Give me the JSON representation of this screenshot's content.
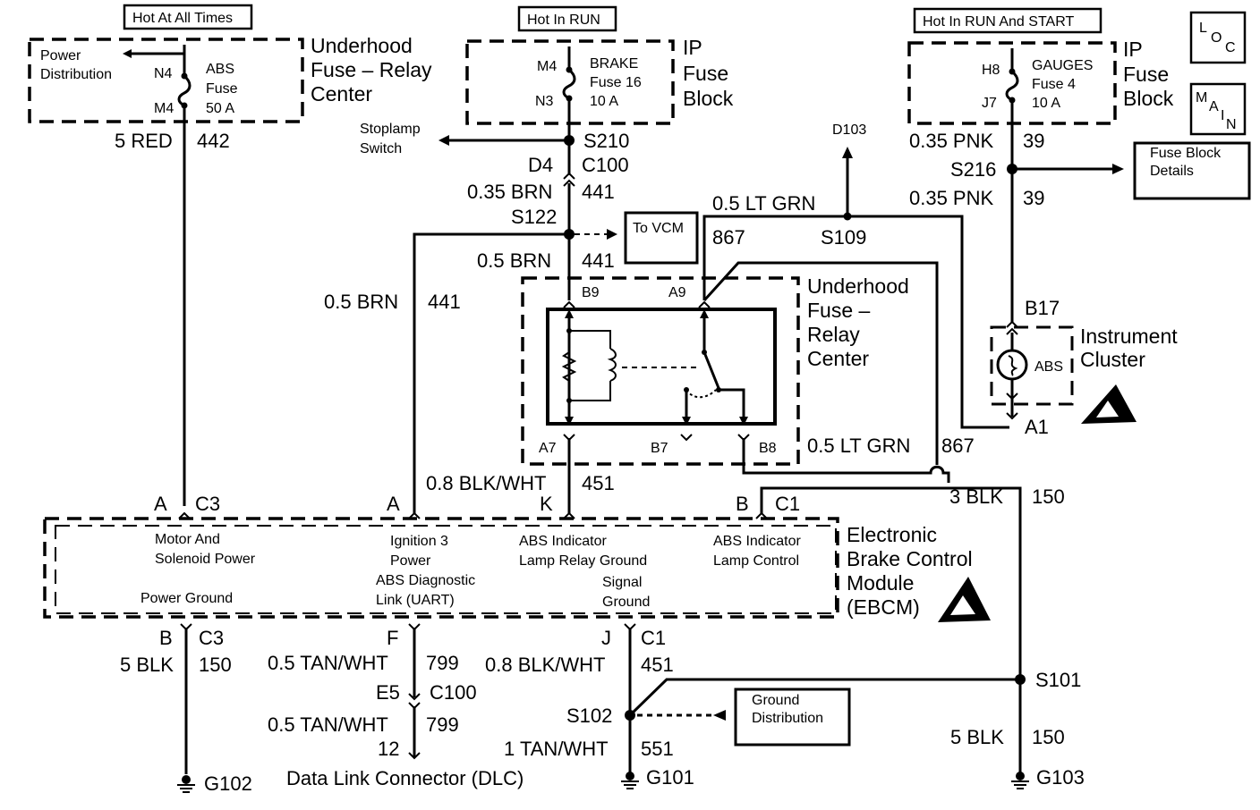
{
  "hot_labels": {
    "all_times": "Hot At All Times",
    "run": "Hot In RUN",
    "run_start": "Hot In RUN And START"
  },
  "loc_box": "LOC",
  "main_box": "MAIN",
  "underhood_fuse": {
    "title": [
      "Underhood",
      "Fuse – Relay",
      "Center"
    ],
    "power_dist": [
      "Power",
      "Distribution"
    ],
    "pin_top": "N4",
    "pin_bot": "M4",
    "fuse": [
      "ABS",
      "Fuse",
      "50 A"
    ]
  },
  "ip_fuse_brake": {
    "title": [
      "IP",
      "Fuse",
      "Block"
    ],
    "pin_top": "M4",
    "pin_bot": "N3",
    "fuse": [
      "BRAKE",
      "Fuse 16",
      "10 A"
    ]
  },
  "ip_fuse_gauges": {
    "title": [
      "IP",
      "Fuse",
      "Block"
    ],
    "pin_top": "H8",
    "pin_bot": "J7",
    "fuse": [
      "GAUGES",
      "Fuse 4",
      "10 A"
    ]
  },
  "wires": {
    "red": "5 RED",
    "red_circ": "442",
    "s210": "S210",
    "stoplamp": [
      "Stoplamp",
      "Switch"
    ],
    "d4": "D4",
    "c100": "C100",
    "brn035": "0.35 BRN",
    "brn035_circ": "441",
    "s122": "S122",
    "to_vcm": "To VCM",
    "brn05": "0.5 BRN",
    "brn05_circ": "441",
    "brn05_left": "0.5 BRN",
    "brn05_left_circ": "441",
    "d103": "D103",
    "ltgrn_top": "0.5 LT GRN",
    "ltgrn_top_circ": "867",
    "s109": "S109",
    "pnk_top": "0.35 PNK",
    "pnk_top_circ": "39",
    "s216": "S216",
    "pnk_bot": "0.35 PNK",
    "pnk_bot_circ": "39",
    "fuse_details": [
      "Fuse Block",
      "Details"
    ],
    "ltgrn_bot": "0.5 LT GRN",
    "ltgrn_bot_circ": "867",
    "blk3": "3 BLK",
    "blk3_circ": "150",
    "blkwht08": "0.8 BLK/WHT",
    "blkwht08_circ": "451"
  },
  "relay": {
    "title": [
      "Underhood",
      "Fuse –",
      "Relay",
      "Center"
    ],
    "pins": [
      "B9",
      "A9",
      "A7",
      "B7",
      "B8"
    ]
  },
  "cluster": {
    "title": [
      "Instrument",
      "Cluster"
    ],
    "pin_top": "B17",
    "pin_bot": "A1",
    "lamp": "ABS"
  },
  "ebcm": {
    "title": [
      "Electronic",
      "Brake Control",
      "Module",
      "(EBCM)"
    ],
    "connectors_top": [
      {
        "pin": "A",
        "conn": "C3"
      },
      {
        "pin": "A",
        "conn": ""
      },
      {
        "pin": "K",
        "conn": ""
      },
      {
        "pin": "B",
        "conn": "C1"
      }
    ],
    "functions": {
      "motor": [
        "Motor And",
        "Solenoid Power"
      ],
      "ign": [
        "Ignition 3",
        "Power"
      ],
      "abs_relay": [
        "ABS Indicator",
        "Lamp Relay Ground"
      ],
      "abs_ctrl": [
        "ABS Indicator",
        "Lamp Control"
      ],
      "pwr_gnd": "Power Ground",
      "uart": [
        "ABS Diagnostic",
        "Link (UART)"
      ],
      "sig_gnd": [
        "Signal",
        "Ground"
      ]
    },
    "connectors_bot": [
      {
        "pin": "B",
        "conn": "C3"
      },
      {
        "pin": "F",
        "conn": ""
      },
      {
        "pin": "J",
        "conn": "C1"
      }
    ]
  },
  "bottom": {
    "blk5_left": "5 BLK",
    "blk5_left_circ": "150",
    "tan05_a": "0.5 TAN/WHT",
    "tan05_a_circ": "799",
    "e5": "E5",
    "c100": "C100",
    "tan05_b": "0.5 TAN/WHT",
    "tan05_b_circ": "799",
    "dlc_pin": "12",
    "dlc": "Data Link Connector (DLC)",
    "blkwht08b": "0.8 BLK/WHT",
    "blkwht08b_circ": "451",
    "s102": "S102",
    "ground_dist": [
      "Ground",
      "Distribution"
    ],
    "tan1": "1 TAN/WHT",
    "tan1_circ": "551",
    "s101": "S101",
    "blk5_right": "5 BLK",
    "blk5_right_circ": "150",
    "g102": "G102",
    "g101": "G101",
    "g103": "G103"
  }
}
